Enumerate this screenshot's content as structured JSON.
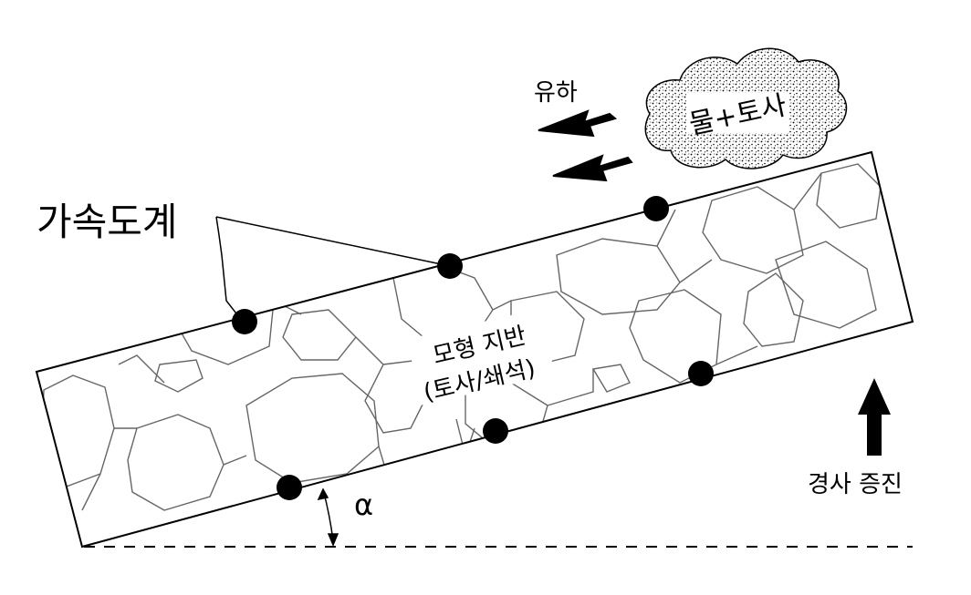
{
  "labels": {
    "accelerometer": "가속도계",
    "flow": "유하",
    "water_soil": "물+토사",
    "model_ground_line1": "모형 지반",
    "model_ground_line2": "(토사/쇄석)",
    "tilt_shake": "경사 증진",
    "angle_symbol": "α"
  },
  "colors": {
    "line": "#000000",
    "rock_outline": "#666666",
    "background": "#ffffff"
  }
}
